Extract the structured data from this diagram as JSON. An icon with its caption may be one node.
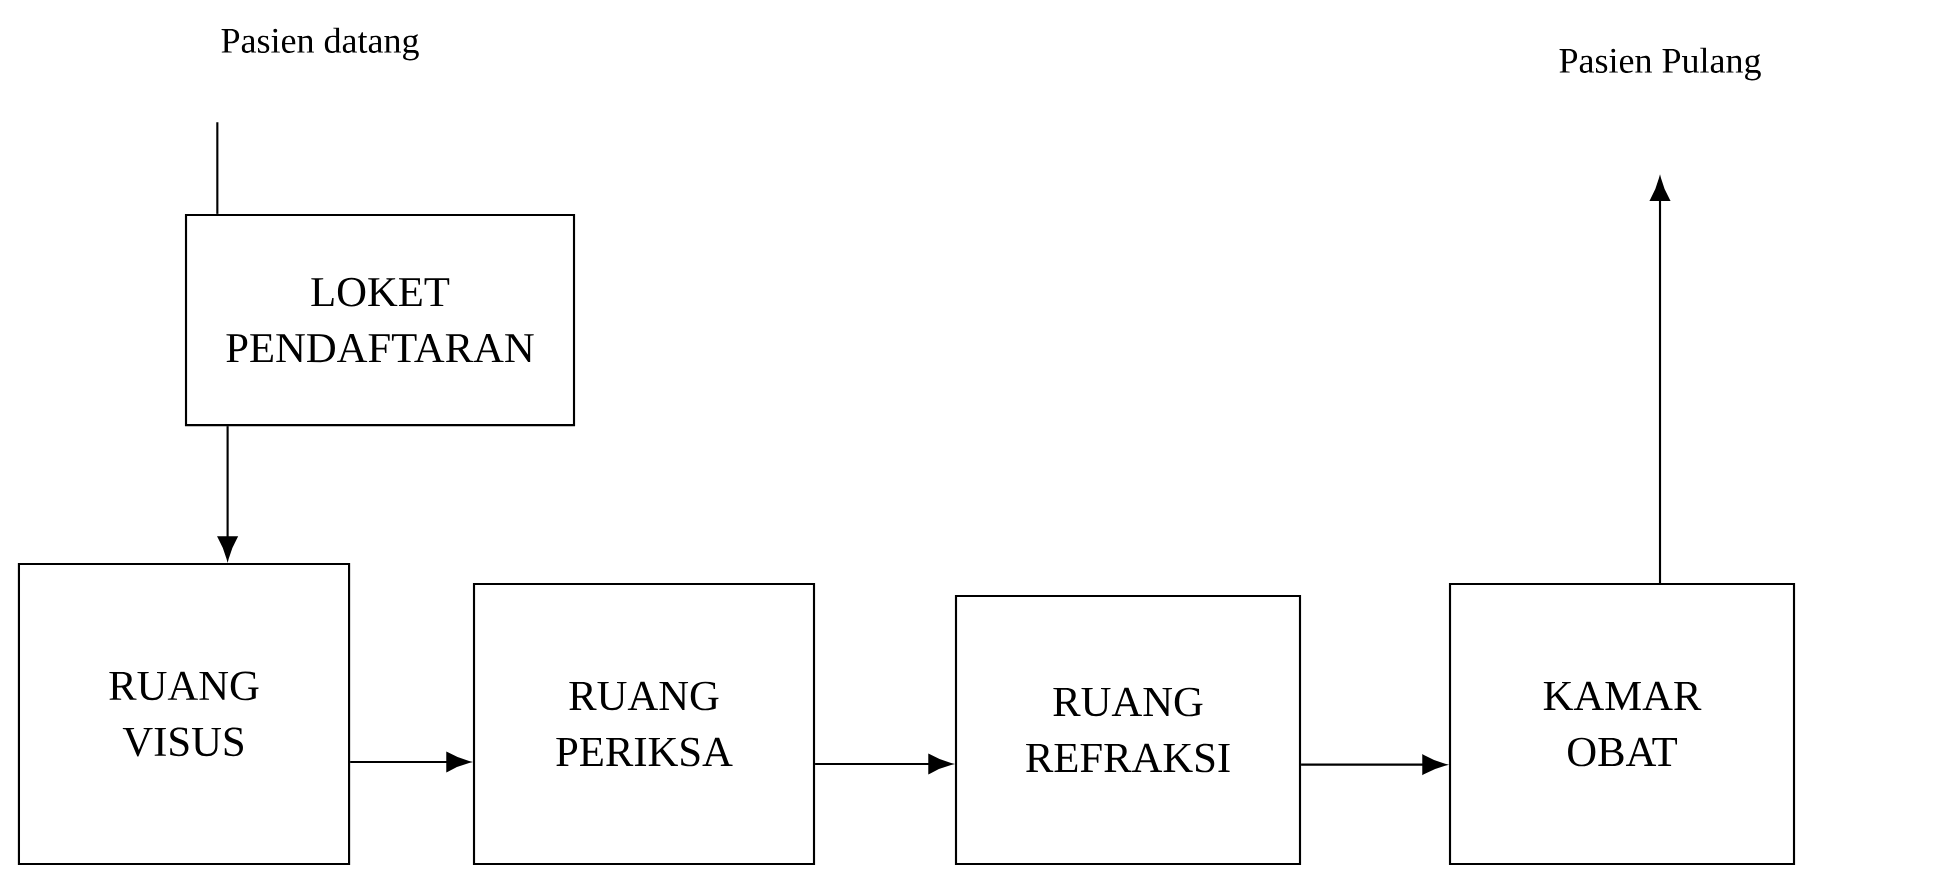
{
  "diagram": {
    "nodes": [
      {
        "text": [
          "Pasien datang"
        ]
      },
      {
        "text": [
          "LOKET PENDAFTARAN"
        ]
      },
      {
        "text": [
          "RUANG VISUS"
        ]
      },
      {
        "text": [
          "RUANG PERIKSA"
        ]
      },
      {
        "text": [
          "RUANG REFRAKSI"
        ]
      },
      {
        "text": [
          "KAMAR OBAT"
        ]
      },
      {
        "text": [
          "Pasien Pulang"
        ]
      }
    ],
    "edges": [
      {
        "from": 0,
        "to": 1,
        "arrow": "none"
      },
      {
        "from": 1,
        "to": 2,
        "arrow": "to"
      },
      {
        "from": 2,
        "to": 3,
        "arrow": "to"
      },
      {
        "from": 3,
        "to": 4,
        "arrow": "to"
      },
      {
        "from": 4,
        "to": 5,
        "arrow": "to"
      },
      {
        "from": 5,
        "to": 6,
        "arrow": "to"
      }
    ]
  }
}
